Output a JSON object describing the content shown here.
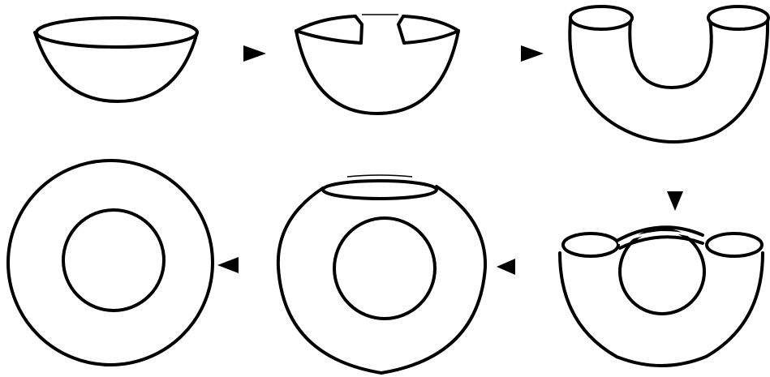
{
  "diagram": {
    "stages": [
      {
        "id": "hemisphere",
        "icon": "hemisphere-shape"
      },
      {
        "id": "hemisphere-with-slit",
        "icon": "slit-hemisphere-shape"
      },
      {
        "id": "u-tube",
        "icon": "u-tube-shape"
      },
      {
        "id": "bent-tube",
        "icon": "bent-tube-shape"
      },
      {
        "id": "closed-torus",
        "icon": "closed-torus-shape"
      },
      {
        "id": "annulus",
        "icon": "annulus-shape"
      }
    ],
    "arrows": [
      {
        "from": "hemisphere",
        "to": "hemisphere-with-slit",
        "direction": "right"
      },
      {
        "from": "hemisphere-with-slit",
        "to": "u-tube",
        "direction": "right"
      },
      {
        "from": "u-tube",
        "to": "bent-tube",
        "direction": "down"
      },
      {
        "from": "bent-tube",
        "to": "closed-torus",
        "direction": "left"
      },
      {
        "from": "closed-torus",
        "to": "annulus",
        "direction": "left"
      }
    ],
    "colors": {
      "stroke": "#000000",
      "background": "#ffffff"
    }
  }
}
